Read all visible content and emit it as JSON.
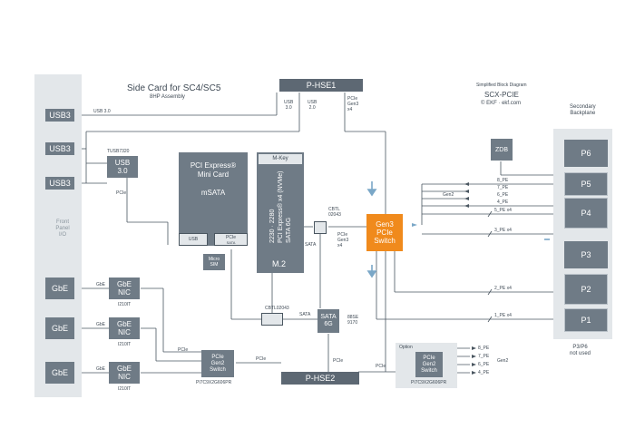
{
  "header": {
    "title": "Side Card for SC4/SC5",
    "subtitle": "8HP Assembly",
    "diagram_label": "Simplified Block Diagram",
    "diagram_name": "SCX-PCIE",
    "copyright": "© EKF · ekf.com"
  },
  "front_panel": {
    "label_line1": "Front",
    "label_line2": "Panel",
    "label_line3": "I/O",
    "ports": [
      "USB3",
      "USB3",
      "USB3",
      "GbE",
      "GbE",
      "GbE"
    ]
  },
  "backplane": {
    "label_line1": "Secondary",
    "label_line2": "Backplane",
    "slots": [
      "P6",
      "P5",
      "P4",
      "P3",
      "P2",
      "P1"
    ],
    "footer_line1": "P3/P6",
    "footer_line2": "not used"
  },
  "blocks": {
    "phse1": "P-HSE1",
    "phse2": "P-HSE2",
    "usb30_line1": "USB",
    "usb30_line2": "3.0",
    "usb30_chip": "TUSB7320",
    "minicard_line1": "PCI Express®",
    "minicard_line2": "Mini Card",
    "minicard_line3": "mSATA",
    "minicard_usb": "USB",
    "minicard_pcie": "PCIe",
    "minicard_sata": "SATA",
    "microsim_line1": "Micro",
    "microsim_line2": "SIM",
    "m2_key": "M-Key",
    "m2_text_line1": "2230 · 2280",
    "m2_text_line2": "PCI Express® x4 (NVMe)",
    "m2_text_line3": "SATA 6G",
    "m2_name": "M.2",
    "switch_line1": "Gen3",
    "switch_line2": "PCIe",
    "switch_line3": "Switch",
    "zdb": "ZDB",
    "nic_line1": "GbE",
    "nic_line2": "NIC",
    "nic_chip": "I210IT",
    "pcie_sw_line1": "PCIe",
    "pcie_sw_line2": "Gen2",
    "pcie_sw_line3": "Switch",
    "pcie_sw_chip": "PI7C9X2G606PR",
    "sata_line1": "SATA",
    "sata_line2": "6G",
    "sata_chip_line1": "88SE",
    "sata_chip_line2": "9170",
    "cbtl_left": "CBTL02043",
    "cbtl_mid_line1": "CBTL",
    "cbtl_mid_line2": "02043",
    "option": "Option",
    "option_chip": "PI7C9X2G606PR"
  },
  "signals": {
    "usb30": "USB 3.0",
    "usb3_a": "USB",
    "usb3_b": "3.0",
    "usb2_a": "USB",
    "usb2_b": "2.0",
    "pcie": "PCIe",
    "pcie_gen3_x4_a": "PCIe",
    "pcie_gen3_x4_b": "Gen3",
    "pcie_gen3_x4_c": "x4",
    "gbe": "GbE",
    "sata": "SATA",
    "gen2": "Gen2",
    "lane8": "8_PE",
    "lane7": "7_PE",
    "lane6": "6_PE",
    "lane4": "4_PE",
    "lane5x4": "5_PE x4",
    "lane3x4": "3_PE x4",
    "lane2x4": "2_PE x4",
    "lane1x4": "1_PE x4",
    "opt_lane8": "8_PE",
    "opt_lane7": "7_PE",
    "opt_lane6": "6_PE",
    "opt_lane4": "4_PE"
  },
  "colors": {
    "accent": "#f08a1c",
    "block_grey": "#6f7b86",
    "panel_light": "#e3e7ea",
    "line": "#4a5660"
  }
}
